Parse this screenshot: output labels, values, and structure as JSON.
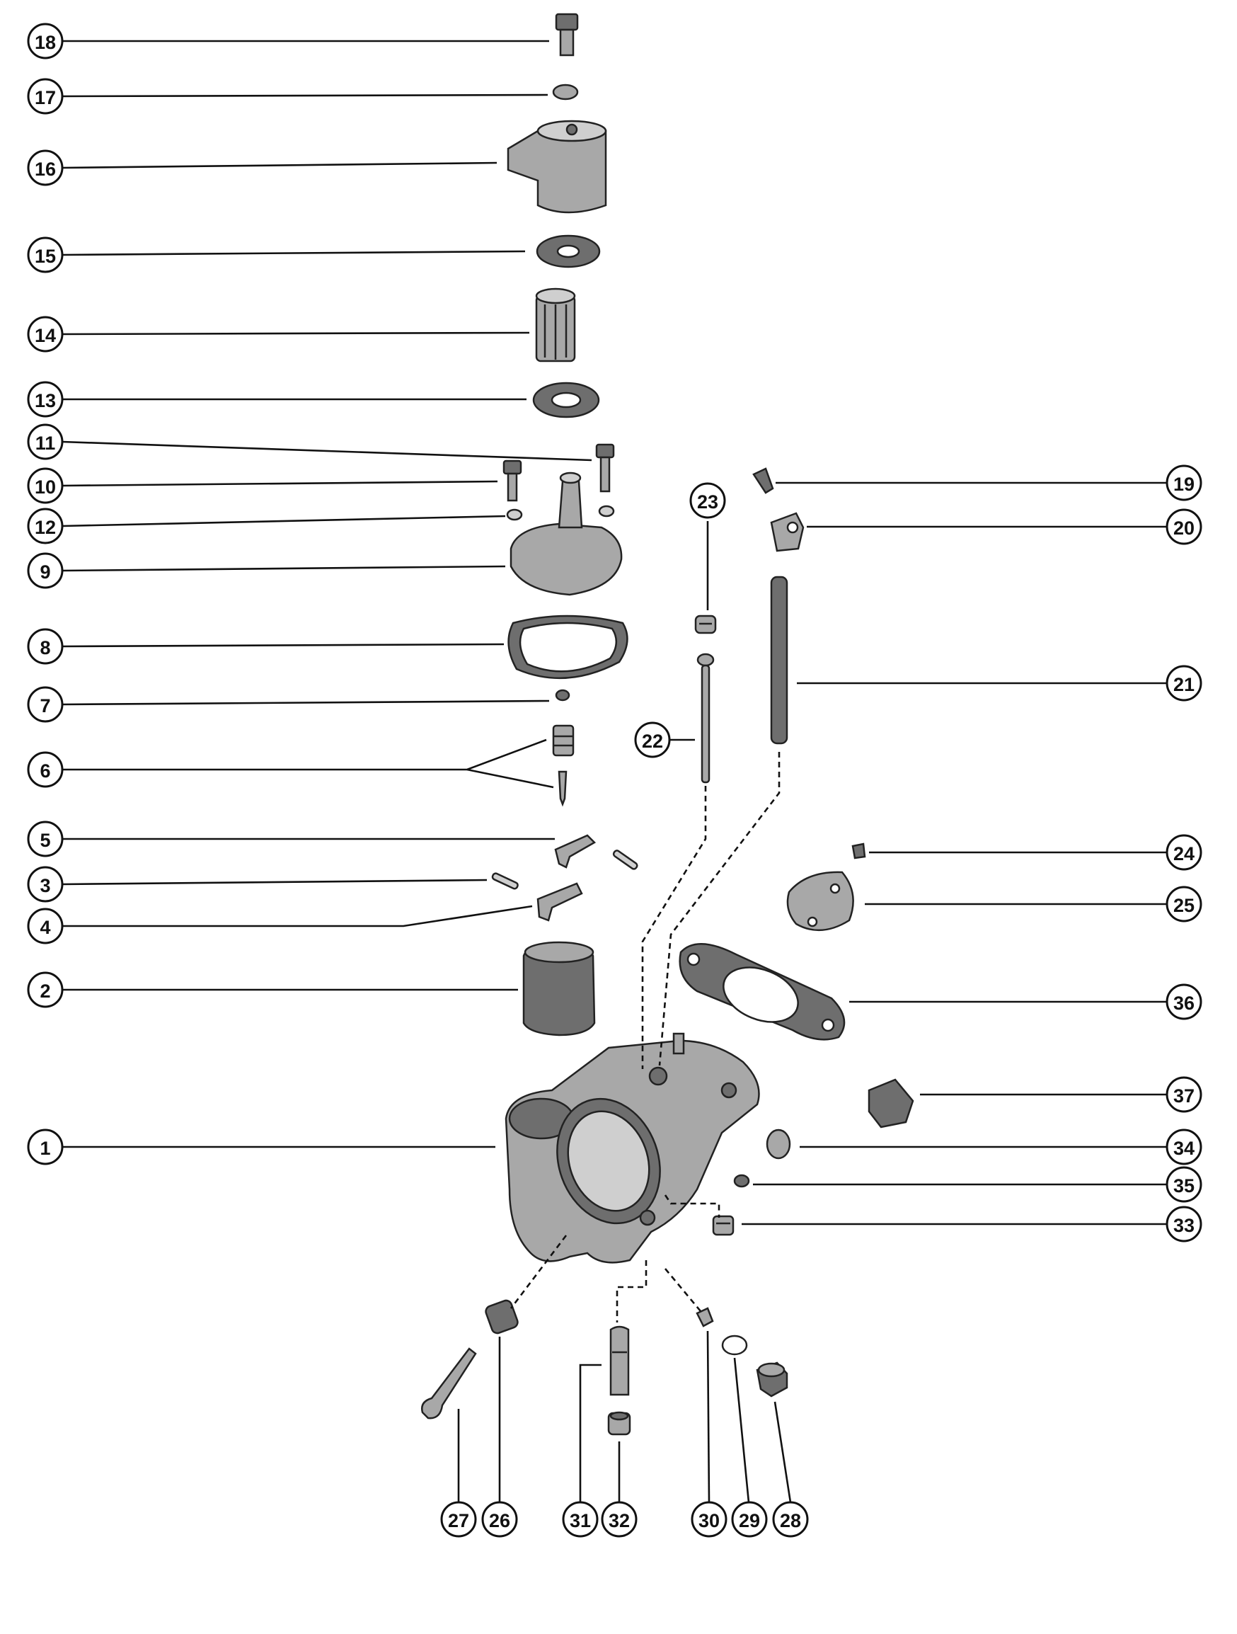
{
  "diagram": {
    "callouts": [
      {
        "id": "c1",
        "label": "1"
      },
      {
        "id": "c2",
        "label": "2"
      },
      {
        "id": "c3",
        "label": "3"
      },
      {
        "id": "c4",
        "label": "4"
      },
      {
        "id": "c5",
        "label": "5"
      },
      {
        "id": "c6",
        "label": "6"
      },
      {
        "id": "c7",
        "label": "7"
      },
      {
        "id": "c8",
        "label": "8"
      },
      {
        "id": "c9",
        "label": "9"
      },
      {
        "id": "c10",
        "label": "10"
      },
      {
        "id": "c11",
        "label": "11"
      },
      {
        "id": "c12",
        "label": "12"
      },
      {
        "id": "c13",
        "label": "13"
      },
      {
        "id": "c14",
        "label": "14"
      },
      {
        "id": "c15",
        "label": "15"
      },
      {
        "id": "c16",
        "label": "16"
      },
      {
        "id": "c17",
        "label": "17"
      },
      {
        "id": "c18",
        "label": "18"
      },
      {
        "id": "c19",
        "label": "19"
      },
      {
        "id": "c20",
        "label": "20"
      },
      {
        "id": "c21",
        "label": "21"
      },
      {
        "id": "c22",
        "label": "22"
      },
      {
        "id": "c23",
        "label": "23"
      },
      {
        "id": "c24",
        "label": "24"
      },
      {
        "id": "c25",
        "label": "25"
      },
      {
        "id": "c26",
        "label": "26"
      },
      {
        "id": "c27",
        "label": "27"
      },
      {
        "id": "c28",
        "label": "28"
      },
      {
        "id": "c29",
        "label": "29"
      },
      {
        "id": "c30",
        "label": "30"
      },
      {
        "id": "c31",
        "label": "31"
      },
      {
        "id": "c32",
        "label": "32"
      },
      {
        "id": "c33",
        "label": "33"
      },
      {
        "id": "c34",
        "label": "34"
      },
      {
        "id": "c35",
        "label": "35"
      },
      {
        "id": "c36",
        "label": "36"
      },
      {
        "id": "c37",
        "label": "37"
      }
    ]
  }
}
